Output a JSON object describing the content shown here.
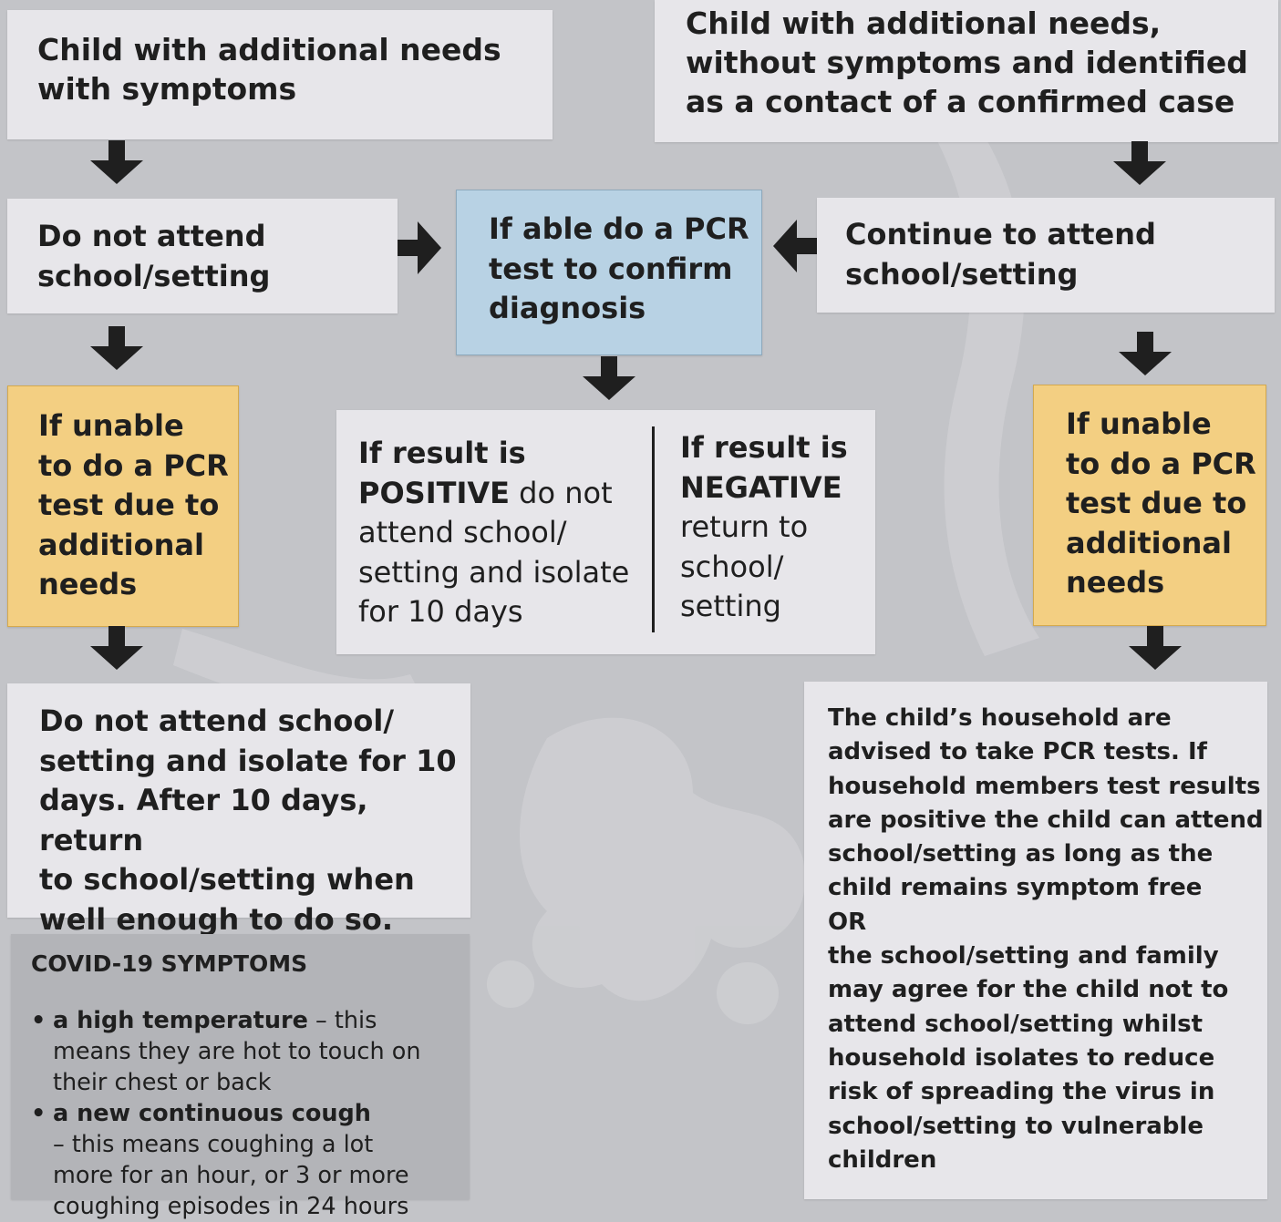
{
  "colors": {
    "background": "#c3c4c8",
    "box": "#e7e6ea",
    "pcr_box": "#b8d2e4",
    "unable_box": "#f3cf82",
    "symptoms_panel": "#b3b4b8",
    "arrow": "#1f1f1f"
  },
  "nodes": {
    "symptoms_start": "Child with additional needs\nwith symptoms",
    "contact_start": "Child with additional needs,\nwithout symptoms and identified\nas a contact of a confirmed case",
    "do_not_attend": "Do not attend\nschool/setting",
    "pcr_test": "If able do a PCR\ntest to confirm\ndiagnosis",
    "continue_attend": "Continue to attend\nschool/setting",
    "unable_left": "If unable\nto do a PCR\ntest due to\nadditional\nneeds",
    "unable_right": "If unable\nto do a PCR\ntest due to\nadditional\nneeds",
    "positive_prefix": "If result is\n",
    "positive_keyword": "POSITIVE",
    "positive_suffix": " do not\nattend school/\nsetting and isolate\nfor 10 days",
    "negative_prefix": "If result is\n",
    "negative_keyword": "NEGATIVE",
    "negative_suffix": "\nreturn to\nschool/\nsetting",
    "isolate_left": "Do not attend school/\nsetting and isolate for 10\ndays. After 10 days, return\nto school/setting when\nwell enough to do so.",
    "household_advice": "The child’s household are\nadvised to take PCR tests. If\nhousehold members test results\nare positive the child can attend\nschool/setting as long as the\nchild remains symptom free\nOR\nthe school/setting and family\nmay agree for the child not to\nattend school/setting whilst\nhousehold isolates to reduce\nrisk of spreading the virus in\nschool/setting to vulnerable\nchildren"
  },
  "symptoms": {
    "title": "COVID-19 SYMPTOMS",
    "bullet": "•",
    "items": [
      {
        "bold": "a high temperature",
        "rest": " – this\nmeans they are hot to touch on\ntheir chest or back"
      },
      {
        "bold": "a new continuous cough",
        "rest": "\n– this means coughing a lot\nmore for an hour, or 3 or more\ncoughing episodes in 24 hours"
      }
    ]
  }
}
